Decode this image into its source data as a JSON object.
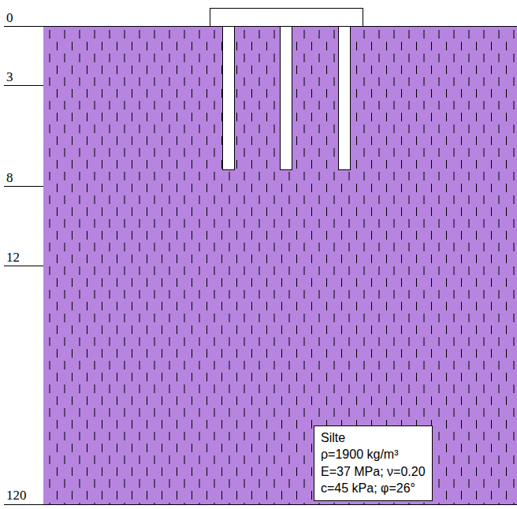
{
  "diagram": {
    "nodes": [
      {
        "text": [
          "Silte",
          "ρ=1900 kg/m³",
          "E=37 MPa; ν=0.20",
          "c=45 kPa; φ=26°"
        ]
      }
    ],
    "labels": [
      "0",
      "3",
      "8",
      "12",
      "120"
    ]
  }
}
